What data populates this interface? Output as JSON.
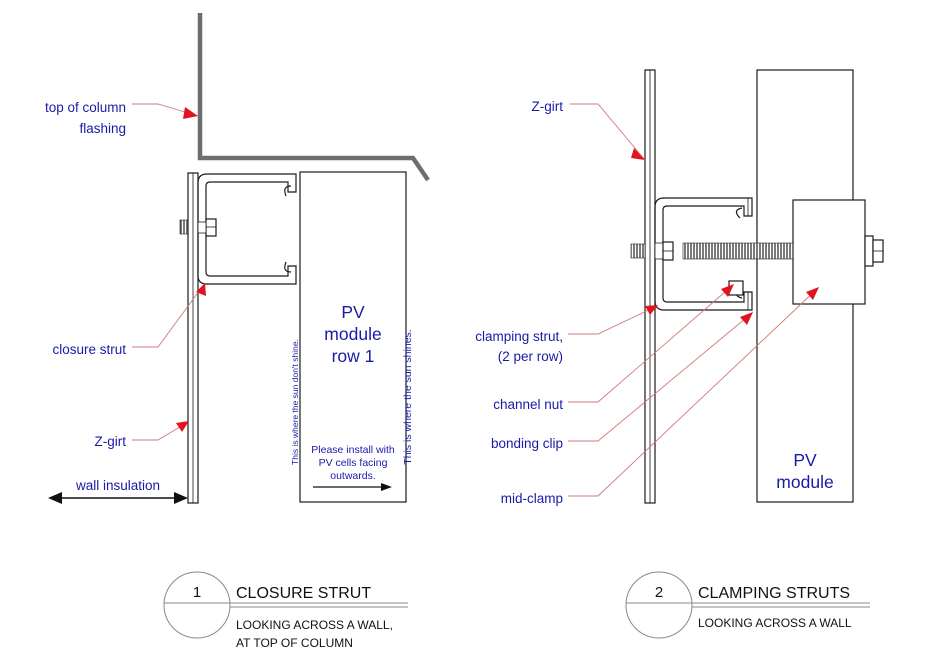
{
  "colors": {
    "label_text": "#1a1aa8",
    "leader_line": "#d07a7a",
    "arrowhead": "#e0141e",
    "flashing": "#6e6e6e",
    "outline": "#1a1a1a"
  },
  "detail1": {
    "labels": {
      "flashing_line1": "top of column",
      "flashing_line2": "flashing",
      "closure_strut": "closure strut",
      "z_girt": "Z-girt",
      "wall_insulation": "wall insulation"
    },
    "module": {
      "line1": "PV",
      "line2": "module",
      "line3": "row 1"
    },
    "side_note_left": "This is where the sun don't shine.",
    "side_note_right": "This is where the sun shines.",
    "install_note": {
      "line1": "Please install with",
      "line2": "PV cells facing",
      "line3": "outwards."
    },
    "caption": {
      "number": "1",
      "title": "CLOSURE STRUT",
      "subtitle_line1": "LOOKING ACROSS A WALL,",
      "subtitle_line2": "AT TOP OF COLUMN"
    }
  },
  "detail2": {
    "labels": {
      "z_girt": "Z-girt",
      "clamping_strut_line1": "clamping strut,",
      "clamping_strut_line2": "(2 per row)",
      "channel_nut": "channel nut",
      "bonding_clip": "bonding clip",
      "mid_clamp": "mid-clamp"
    },
    "module": {
      "line1": "PV",
      "line2": "module"
    },
    "caption": {
      "number": "2",
      "title": "CLAMPING STRUTS",
      "subtitle": "LOOKING ACROSS A WALL"
    }
  }
}
